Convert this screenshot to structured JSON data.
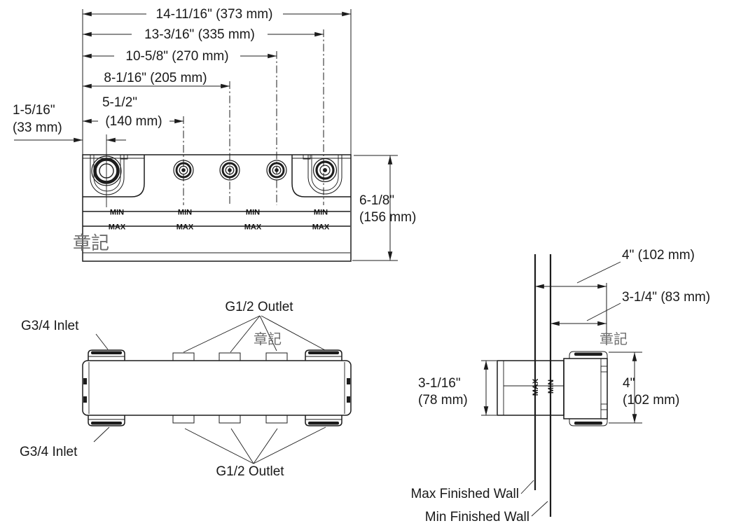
{
  "drawing": {
    "watermark": "章記",
    "colors": {
      "line": "#1c1c1c",
      "watermark": "#6d6d6d",
      "background": "#ffffff"
    },
    "front_view": {
      "dim_overall": "14-11/16\" (373 mm)",
      "dim_335": "13-3/16\" (335 mm)",
      "dim_270": "10-5/8\" (270 mm)",
      "dim_205": "8-1/16\" (205 mm)",
      "dim_140_a": "5-1/2\"",
      "dim_140_b": "(140 mm)",
      "dim_33_a": "1-5/16\"",
      "dim_33_b": "(33 mm)",
      "dim_height_a": "6-1/8\"",
      "dim_height_b": "(156 mm)",
      "min": "MIN",
      "max": "MAX"
    },
    "plan_view": {
      "outlet_top": "G1/2 Outlet",
      "outlet_bottom": "G1/2 Outlet",
      "inlet_top": "G3/4 Inlet",
      "inlet_bottom": "G3/4 Inlet"
    },
    "side_view": {
      "dim_max_wall": "4\" (102 mm)",
      "dim_min_wall": "3-1/4\" (83 mm)",
      "dim_depth_a": "3-1/16\"",
      "dim_depth_b": "(78 mm)",
      "dim_face_a": "4\"",
      "dim_face_b": "(102 mm)",
      "max": "MAX",
      "min": "MIN",
      "max_wall": "Max Finished Wall",
      "min_wall": "Min Finished Wall"
    }
  }
}
